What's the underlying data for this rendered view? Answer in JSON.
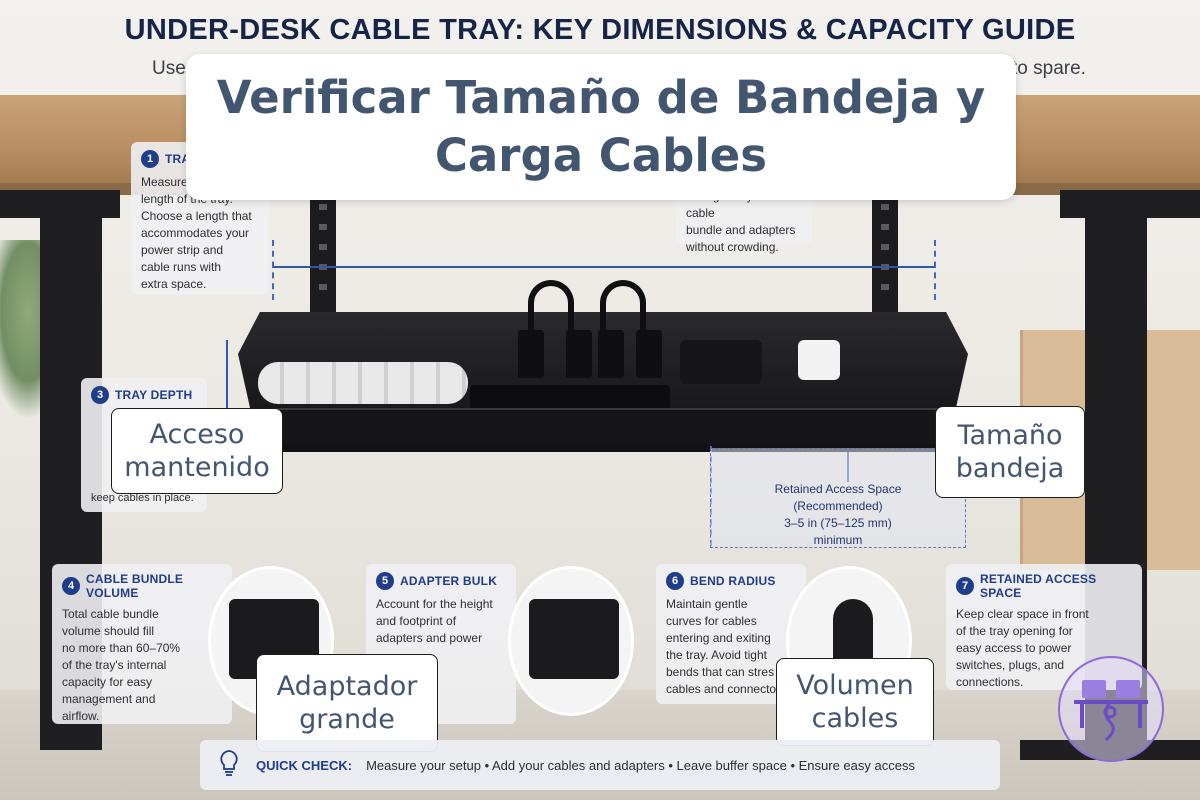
{
  "header": {
    "title": "UNDER-DESK CABLE TRAY: KEY DIMENSIONS & CAPACITY GUIDE",
    "subtitle_left": "Use",
    "subtitle_right": "to spare."
  },
  "overlay": {
    "line1": "Verificar Tamaño de Bandeja y",
    "line2": "Carga Cables"
  },
  "cards": {
    "c1": {
      "num": "1",
      "title": "TRA",
      "lines": [
        "Measure",
        "length of the tray.",
        "Choose a length that",
        "accommodates your",
        "power strip and",
        "cable runs with",
        "extra space."
      ]
    },
    "c2": {
      "lines": [
        "enough for your cable",
        "bundle and adapters",
        "without crowding."
      ]
    },
    "c3": {
      "num": "3",
      "title": "TRAY DEPTH",
      "last": "keep cables in place."
    },
    "c4": {
      "num": "4",
      "title": "CABLE BUNDLE VOLUME",
      "lines": [
        "Total cable bundle",
        "volume should fill",
        "no more than 60–70%",
        "of the tray's internal",
        "capacity for easy",
        "management and",
        "airflow."
      ]
    },
    "c5": {
      "num": "5",
      "title": "ADAPTER BULK",
      "lines": [
        "Account for the height",
        "and footprint of",
        "adapters and power"
      ]
    },
    "c6": {
      "num": "6",
      "title": "BEND RADIUS",
      "lines": [
        "Maintain gentle",
        "curves for cables",
        "entering and exiting",
        "the tray. Avoid tight",
        "bends that can stres",
        "cables and connecto"
      ]
    },
    "c7": {
      "num": "7",
      "title": "RETAINED ACCESS SPACE",
      "lines": [
        "Keep clear space in front",
        "of the tray opening for",
        "easy access to power",
        "switches, plugs, and",
        "connections."
      ]
    }
  },
  "access_space": {
    "line1": "Retained Access Space",
    "line2": "(Recommended)",
    "line3": "3–5 in (75–125 mm)",
    "line4": "minimum"
  },
  "callouts": {
    "acceso": [
      "Acceso",
      "mantenido"
    ],
    "tamano": [
      "Tamaño",
      "bandeja"
    ],
    "adaptador": [
      "Adaptador",
      "grande"
    ],
    "volumen": [
      "Volumen",
      "cables"
    ]
  },
  "quick_check": {
    "label": "QUICK CHECK:",
    "items": "Measure your setup  •  Add your cables and adapters  •  Leave buffer space  •  Ensure easy access"
  },
  "colors": {
    "accent": "#1f3d8a",
    "overlay_text": "#425670",
    "dimension_line": "#2f56b0"
  },
  "icons": {
    "quick_check": "lightbulb-icon",
    "logo": "desk-cable-logo-icon"
  }
}
